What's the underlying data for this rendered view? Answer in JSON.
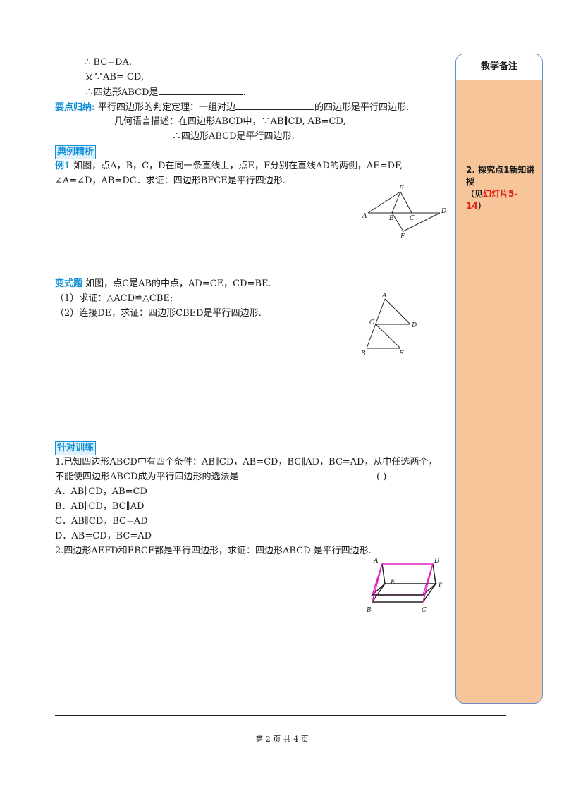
{
  "proof": {
    "line1": "∴ BC=DA.",
    "line2": "又∵AB= CD,",
    "line3": "∴四边形ABCD是",
    "line3_end": "."
  },
  "summary": {
    "label": "要点归纳:",
    "text_a": "平行四边形的判定定理：一组对边",
    "text_b": "的四边形是平行四边形.",
    "geo_line": "几何语言描述：在四边形ABCD中，∵AB∥CD, AB=CD,",
    "geo_line2": "∴四边形ABCD是平行四边形."
  },
  "example": {
    "badge": "典例精析",
    "label": "例1",
    "text1": "如图，点A，B，C，D在同一条直线上，点E，F分别在直线AD的两侧，AE=DF,",
    "text2": "∠A=∠D，AB=DC．求证：四边形BFCE是平行四边形.",
    "fig_labels": {
      "A": "A",
      "B": "B",
      "C": "C",
      "D": "D",
      "E": "E",
      "F": "F"
    }
  },
  "variant": {
    "label": "变式题",
    "text": "如图，点C是AB的中点，AD=CE，CD=BE.",
    "q1": "（1）求证：△ACD≌△CBE;",
    "q2": "（2）连接DE，求证：四边形CBED是平行四边形.",
    "fig_labels": {
      "A": "A",
      "B": "B",
      "C": "C",
      "D": "D",
      "E": "E"
    }
  },
  "training": {
    "badge": "针对训练",
    "q1_line1": "1.已知四边形ABCD中有四个条件：AB∥CD，AB=CD，BC∥AD，BC=AD，从中任选两个，",
    "q1_line2": "不能使四边形ABCD成为平行四边形的选法是",
    "q1_paren": "(       )",
    "options": [
      "A．AB∥CD，AB=CD",
      "B．AB∥CD，BC∥AD",
      "C．AB∥CD，BC=AD",
      "D．AB=CD，BC=AD"
    ],
    "q2": "2.四边形AEFD和EBCF都是平行四边形，求证：四边形ABCD 是平行四边形.",
    "fig_labels": {
      "A": "A",
      "B": "B",
      "C": "C",
      "D": "D",
      "E": "E",
      "F": "F"
    },
    "fig_color": "#e020c0"
  },
  "sidebar": {
    "title": "教学备注",
    "note_a": "2. 探究点1新知讲授",
    "note_b": "（见",
    "note_red": "幻灯片5-14",
    "note_c": "）"
  },
  "footer": {
    "page": "第 2 页 共 4 页"
  },
  "colors": {
    "accent_blue": "#0f8fd8",
    "red": "#e0201b",
    "sidebar_bg": "#f6c69a",
    "sidebar_border": "#6a8dc7"
  }
}
